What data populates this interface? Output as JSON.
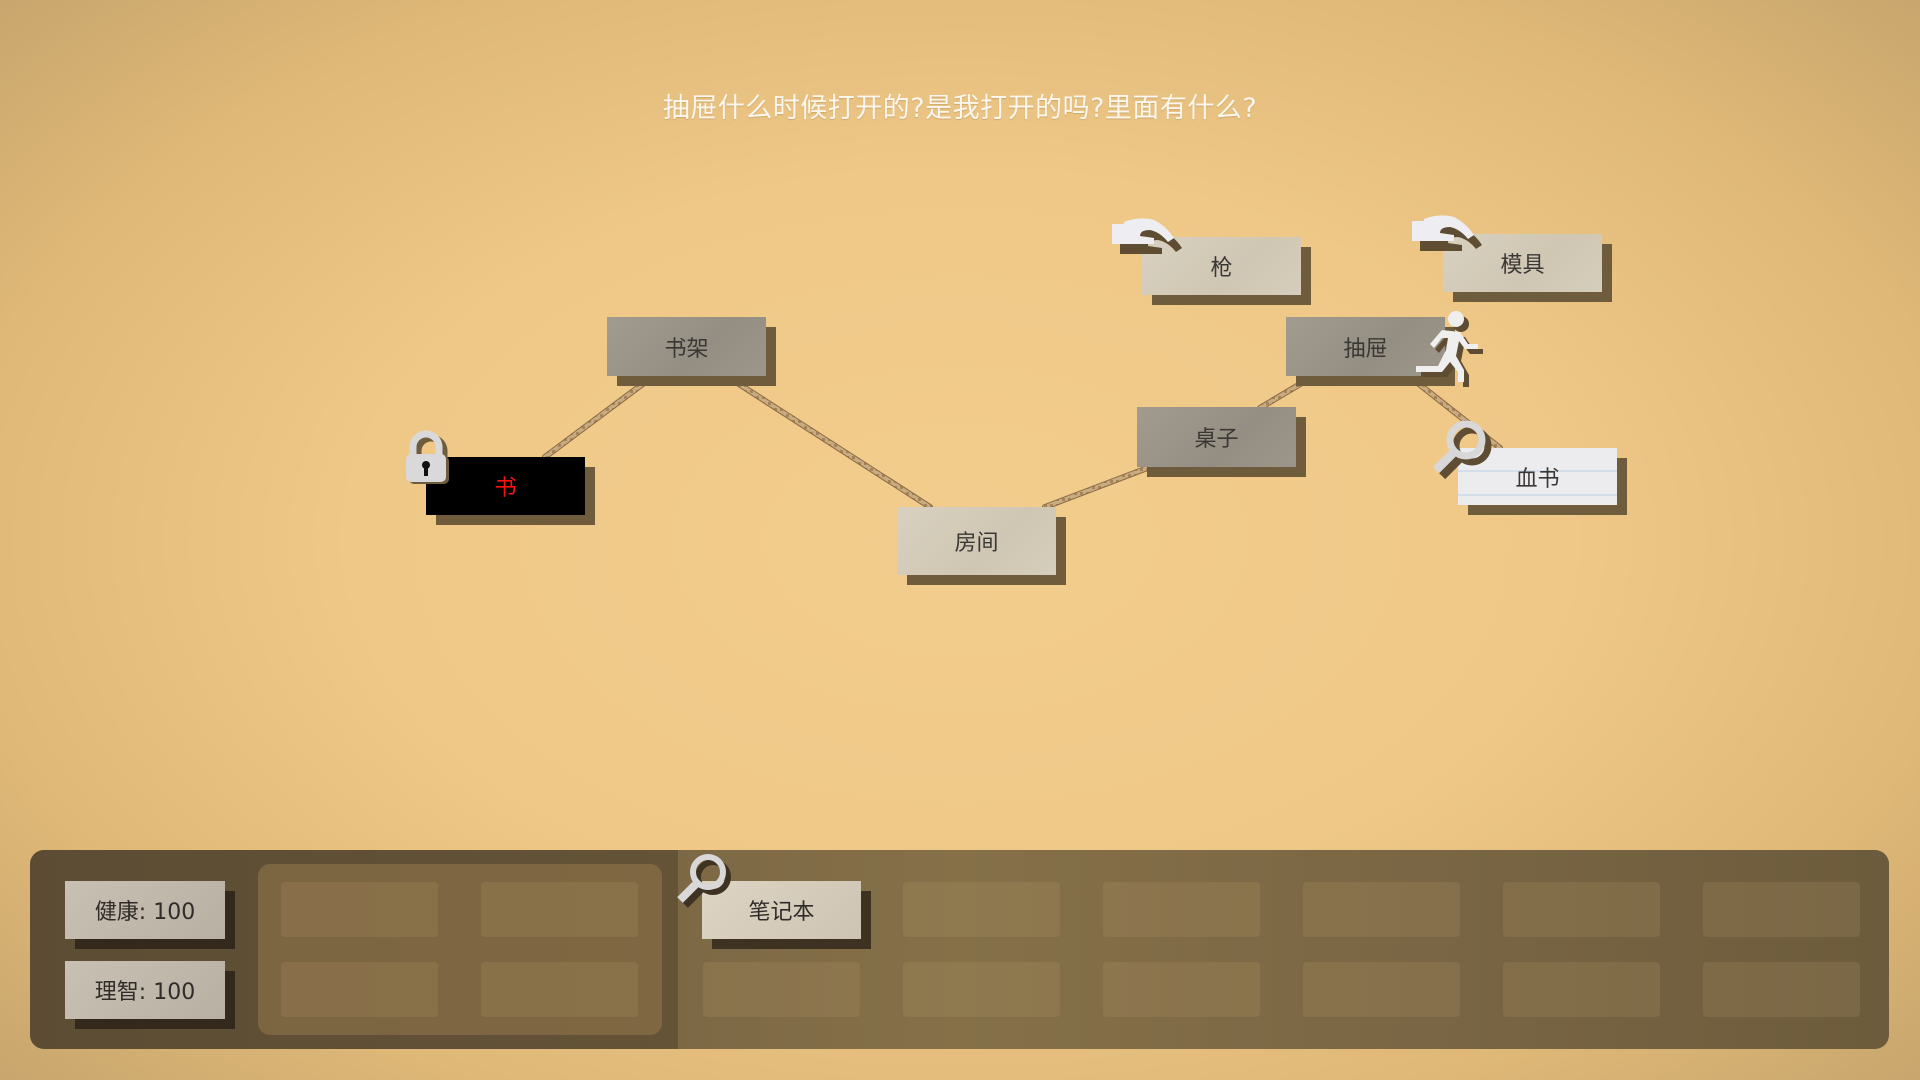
{
  "question": "抽屉什么时候打开的?是我打开的吗?里面有什么?",
  "colors": {
    "background_center": "#f3cd8c",
    "background_edge": "#c5a46c",
    "locked_text": "#ff1010",
    "panel": "#7a6644"
  },
  "nodes": [
    {
      "id": "book",
      "label": "书",
      "style": "black",
      "icon": "lock-icon"
    },
    {
      "id": "bookshelf",
      "label": "书架",
      "style": "gray",
      "icon": null
    },
    {
      "id": "room",
      "label": "房间",
      "style": "light",
      "icon": null
    },
    {
      "id": "desk",
      "label": "桌子",
      "style": "gray",
      "icon": null
    },
    {
      "id": "drawer",
      "label": "抽屉",
      "style": "gray",
      "icon": "running-person-icon"
    },
    {
      "id": "gun",
      "label": "枪",
      "style": "light",
      "icon": "grab-hand-icon"
    },
    {
      "id": "mold",
      "label": "模具",
      "style": "light",
      "icon": "grab-hand-icon"
    },
    {
      "id": "blood_letter",
      "label": "血书",
      "style": "paper",
      "icon": "magnifier-icon"
    }
  ],
  "stats": [
    {
      "label": "健康: 100",
      "name": "健康",
      "value": 100
    },
    {
      "label": "理智: 100",
      "name": "理智",
      "value": 100
    }
  ],
  "inventory": {
    "items": [
      {
        "label": "笔记本",
        "icon": "magnifier-icon"
      }
    ],
    "slot_count": 12
  }
}
